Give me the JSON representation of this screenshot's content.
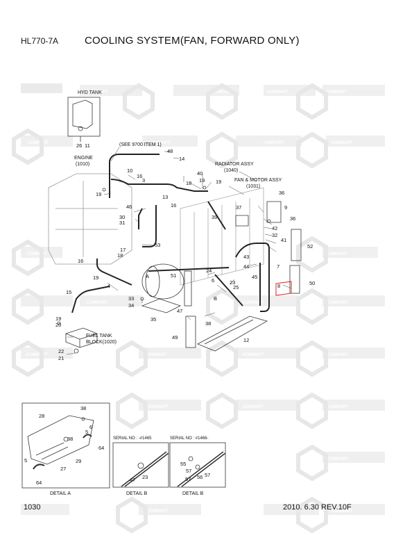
{
  "header": {
    "model": "HL770-7A",
    "title": "COOLING SYSTEM(FAN, FORWARD ONLY)"
  },
  "footer": {
    "page": "1030",
    "revision": "2010. 6.30  REV.10F"
  },
  "watermarks": {
    "word_a": "KOMNAPT",
    "word_b": "COMPART"
  },
  "labels": {
    "hyd_tank": "HYD TANK",
    "see_9700": "(SEE 9700 ITEM 1)",
    "engine": "ENGINE",
    "engine_code": "(1010)",
    "radiator": "RADIATOR ASSY",
    "radiator_code": "(1040)",
    "fan_motor": "FAN & MOTOR ASSY",
    "fan_motor_code": "(1031)",
    "fuel_tank": "FUEL TANK",
    "fuel_tank_block": "BLOCK(1020)",
    "detail_a": "DETAIL A",
    "detail_b1": "DETAIL B",
    "detail_b2": "DETAIL B",
    "serial_1": "SERIAL NO : -#1465",
    "serial_2": "SERIAL NO : #1466-",
    "letter_a": "A",
    "letter_b": "B"
  },
  "callouts": {
    "c26": "26",
    "c11": "11",
    "c48": "48",
    "c14": "14",
    "c10": "10",
    "c16a": "16",
    "c3": "3",
    "c40": "40",
    "c19a": "19",
    "c18a": "18",
    "c19b": "19",
    "c36a": "36",
    "c13": "13",
    "c16b": "16",
    "c46": "46",
    "c37": "37",
    "c9": "9",
    "c36b": "36",
    "c30": "30",
    "c31": "31",
    "c39": "39",
    "c42": "42",
    "c32": "32",
    "c41": "41",
    "c53": "53",
    "c17": "17",
    "c18b": "18",
    "c52": "52",
    "c16c": "16",
    "c43": "43",
    "c7": "7",
    "c24": "24",
    "c44": "44",
    "c51": "51",
    "c19c": "19",
    "c4": "4",
    "c6": "6",
    "c45": "45",
    "c23": "23",
    "c25": "25",
    "c8": "8",
    "c50": "50",
    "c15": "15",
    "c33": "33",
    "c34": "34",
    "c47": "47",
    "c19d": "19",
    "c20": "20",
    "c35": "35",
    "c38": "38",
    "c49": "49",
    "c12": "12",
    "c22": "22",
    "c21": "21",
    "d38": "38",
    "d28": "28",
    "d6": "6",
    "d5": "5",
    "d38b": "38",
    "d64a": "64",
    "d27": "27",
    "d29": "29",
    "d5b": "5",
    "d64b": "64",
    "d47": "47",
    "d23": "23",
    "d55": "55",
    "d57a": "57",
    "d57b": "57",
    "d56": "56",
    "d57c": "57"
  }
}
